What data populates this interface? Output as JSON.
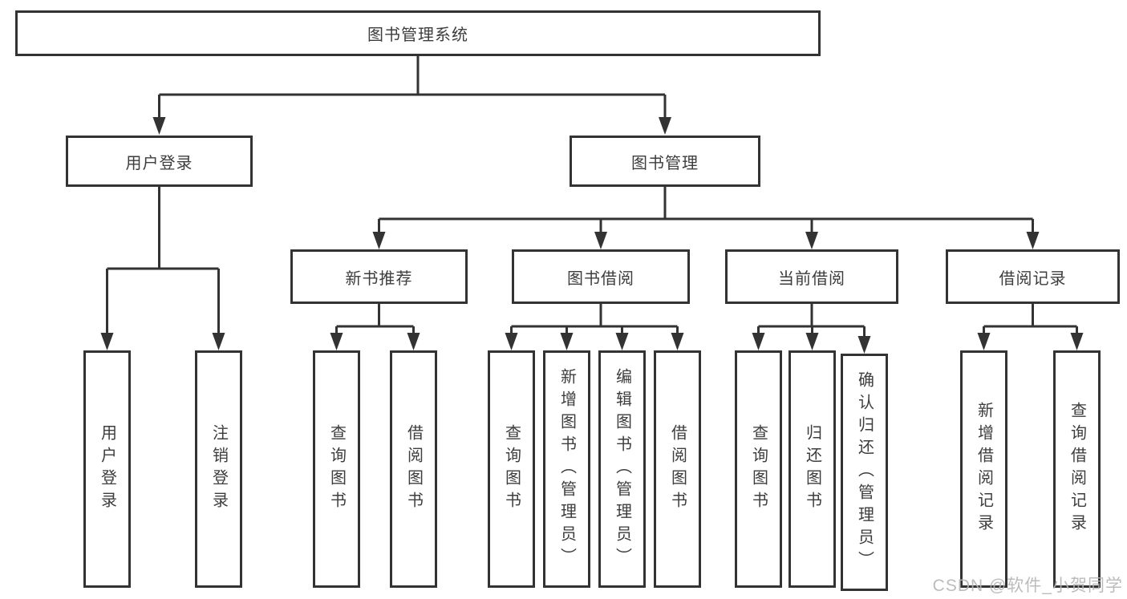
{
  "tree": {
    "label": "图书管理系统",
    "children": [
      {
        "label": "用户登录",
        "children": [
          {
            "label": "用户登录"
          },
          {
            "label": "注销登录"
          }
        ]
      },
      {
        "label": "图书管理",
        "children": [
          {
            "label": "新书推荐",
            "children": [
              {
                "label": "查询图书"
              },
              {
                "label": "借阅图书"
              }
            ]
          },
          {
            "label": "图书借阅",
            "children": [
              {
                "label": "查询图书"
              },
              {
                "label": "新增图书（管理员）"
              },
              {
                "label": "编辑图书（管理员）"
              },
              {
                "label": "借阅图书"
              }
            ]
          },
          {
            "label": "当前借阅",
            "children": [
              {
                "label": "查询图书"
              },
              {
                "label": "归还图书"
              },
              {
                "label": "确认归还（管理员）"
              }
            ]
          },
          {
            "label": "借阅记录",
            "children": [
              {
                "label": "新增借阅记录"
              },
              {
                "label": "查询借阅记录"
              }
            ]
          }
        ]
      }
    ]
  },
  "watermark": {
    "text": "CSDN @软件_小贺同学"
  },
  "colors": {
    "line": "#333333",
    "box_border": "#333333",
    "text": "#3d3d3d",
    "watermark": "#b5b5b5",
    "background": "#ffffff"
  }
}
